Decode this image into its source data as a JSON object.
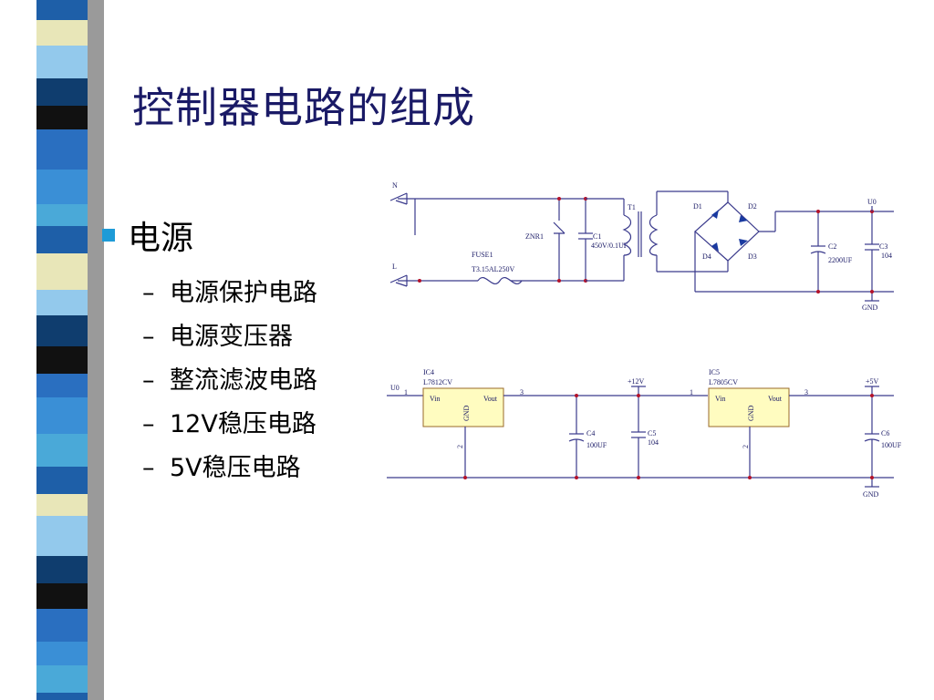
{
  "slide": {
    "title": "控制器电路的组成",
    "bullet": "电源",
    "sub_items": [
      "电源保护电路",
      "电源变压器",
      "整流滤波电路",
      "12V稳压电路",
      "5V稳压电路"
    ]
  },
  "schematic_top": {
    "labels": {
      "n": "N",
      "l": "L",
      "fuse_name": "FUSE1",
      "fuse_value": "T3.15AL250V",
      "znr": "ZNR1",
      "c1_name": "C1",
      "c1_value": "450V/0.1UF",
      "t1": "T1",
      "d1": "D1",
      "d2": "D2",
      "d3": "D3",
      "d4": "D4",
      "c2_name": "C2",
      "c2_value": "2200UF",
      "c3_name": "C3",
      "c3_value": "104",
      "u0": "U0",
      "gnd": "GND"
    }
  },
  "schematic_bottom": {
    "labels": {
      "u0": "U0",
      "ic4_name": "IC4",
      "ic4_part": "L7812CV",
      "ic5_name": "IC5",
      "ic5_part": "L7805CV",
      "vin": "Vin",
      "vout": "Vout",
      "gnd_pin": "GND",
      "pin1": "1",
      "pin2": "2",
      "pin3": "3",
      "plus12": "+12V",
      "plus5": "+5V",
      "c4_name": "C4",
      "c4_value": "100UF",
      "c5_name": "C5",
      "c5_value": "104",
      "c6_name": "C6",
      "c6_value": "100UF",
      "gnd": "GND"
    }
  },
  "colors": {
    "title": "#1a1a66",
    "bullet_square": "#1e9bd7",
    "ic_fill": "#fffcc0",
    "node": "#b3122a"
  }
}
